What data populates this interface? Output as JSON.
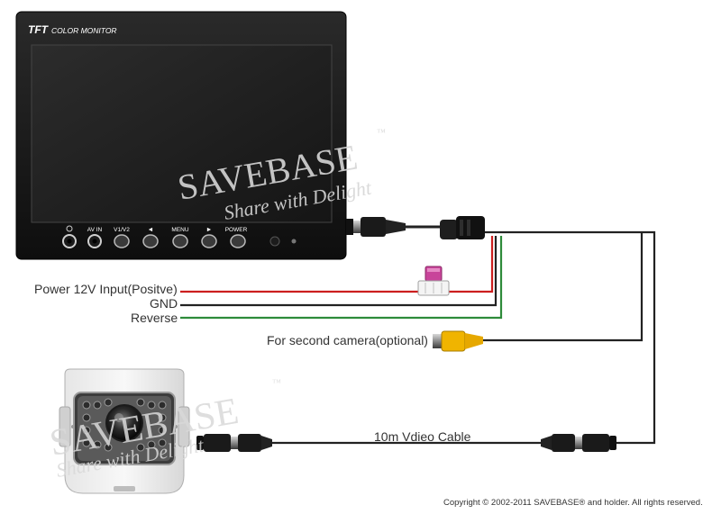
{
  "monitor": {
    "brand_tft": "TFT",
    "brand_rest": "COLOR MONITOR",
    "buttons": [
      "AV IN",
      "V1/V2",
      "◄",
      "MENU",
      "►",
      "POWER"
    ]
  },
  "watermark": {
    "brand": "SAVEBASE",
    "tm": "™",
    "tagline": "Share with Delight"
  },
  "labels": {
    "power": "Power 12V Input(Positve)",
    "gnd": "GND",
    "reverse": "Reverse",
    "second_camera": "For second camera(optional)",
    "cable": "10m  Vdieo Cable"
  },
  "wire_colors": {
    "power": "#cc1f1f",
    "gnd": "#222222",
    "reverse": "#2e8b3a",
    "rca": "#f0b400",
    "fuse": "#c8449a"
  },
  "copyright": "Copyright © 2002-2011 SAVEBASE® and holder. All rights reserved."
}
